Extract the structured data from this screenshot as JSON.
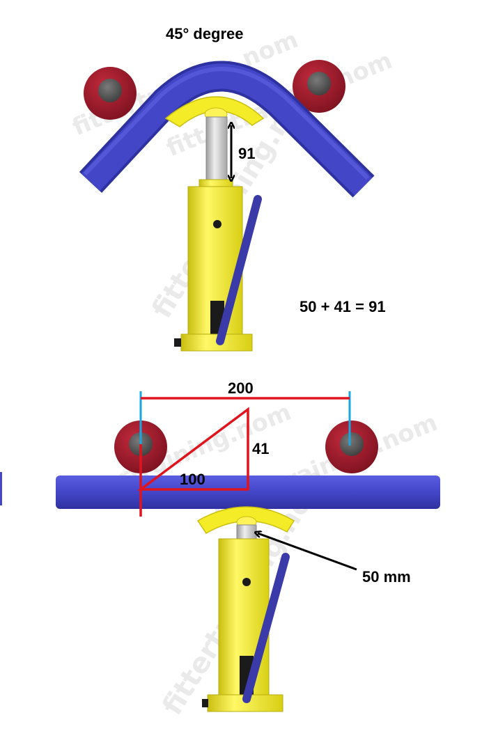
{
  "top": {
    "title": "45° degree",
    "rise_label": "91",
    "equation": "50 + 41 = 91"
  },
  "bottom": {
    "span_label": "200",
    "half_label": "100",
    "offset_label": "41",
    "ram_label": "50 mm"
  },
  "watermark": "fittertraining.nom",
  "colors": {
    "pipe": "#4346c7",
    "jack": "#f5ec28",
    "roller": "#a01c2c",
    "hub": "#585858",
    "measure": "#e0141e",
    "guide": "#1aa6e0",
    "handle": "#3a3aa8"
  }
}
